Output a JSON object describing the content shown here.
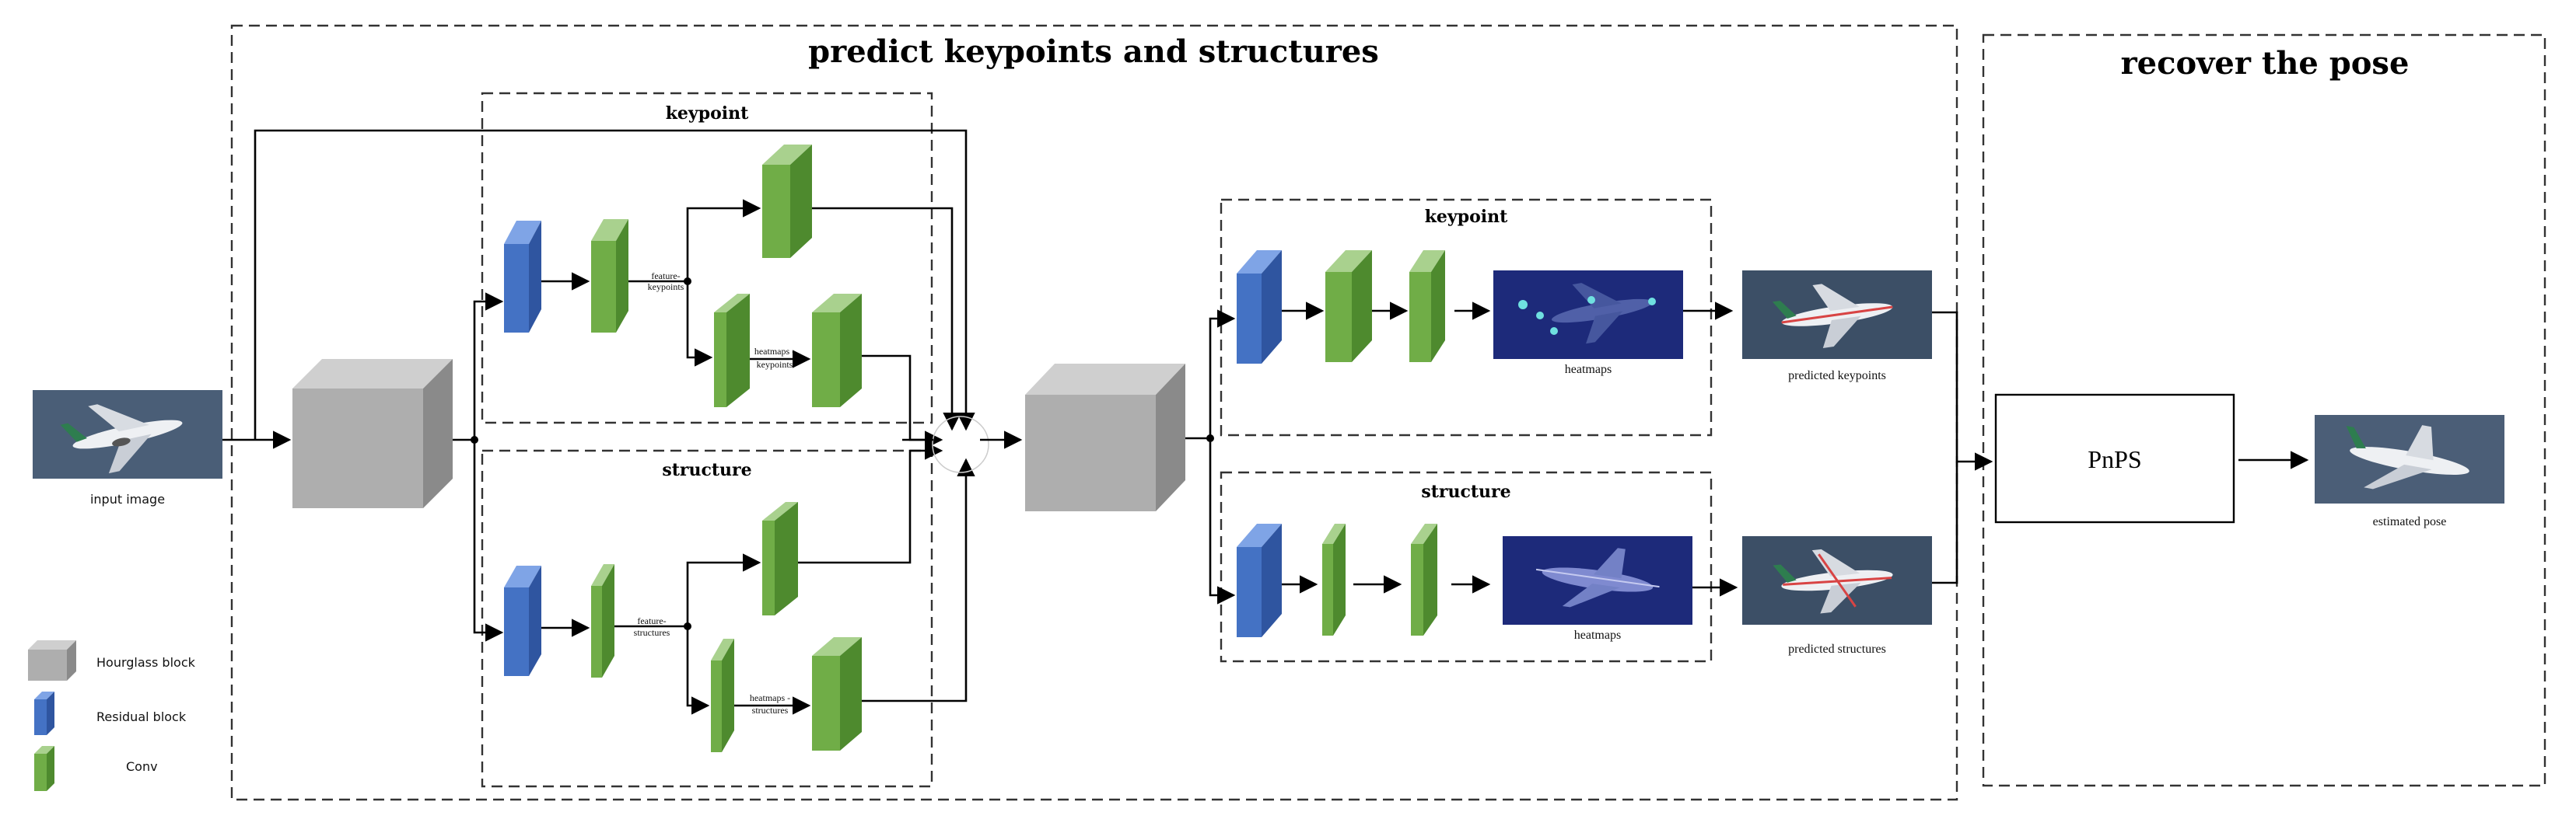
{
  "titles": {
    "predict": "predict keypoints and structures",
    "recover": "recover the pose"
  },
  "branches": {
    "keypoint": "keypoint",
    "structure": "structure"
  },
  "labels": {
    "input_image": "input image",
    "feature_keypoints_1": "feature-",
    "feature_keypoints_2": "keypoints",
    "heatmaps_keypoints_1": "heatmaps -",
    "heatmaps_keypoints_2": "keypoints",
    "feature_structures_1": "feature-",
    "feature_structures_2": "structures",
    "heatmaps_structures_1": "heatmaps -",
    "heatmaps_structures_2": "structures",
    "heatmaps": "heatmaps",
    "predicted_keypoints": "predicted keypoints",
    "predicted_structures": "predicted structures",
    "pnps": "PnPS",
    "estimated_pose": "estimated pose"
  },
  "legend": [
    {
      "label": "Hourglass block",
      "kind": "hourglass"
    },
    {
      "label": "Residual block",
      "kind": "residual"
    },
    {
      "label": "Conv",
      "kind": "conv"
    }
  ],
  "colors": {
    "residual": "#4472c4",
    "conv": "#70ad47",
    "hourglass": "#a5a5a5",
    "heatmap_bg": "#1d2a7a",
    "photo_bg": "#3c4f66"
  }
}
